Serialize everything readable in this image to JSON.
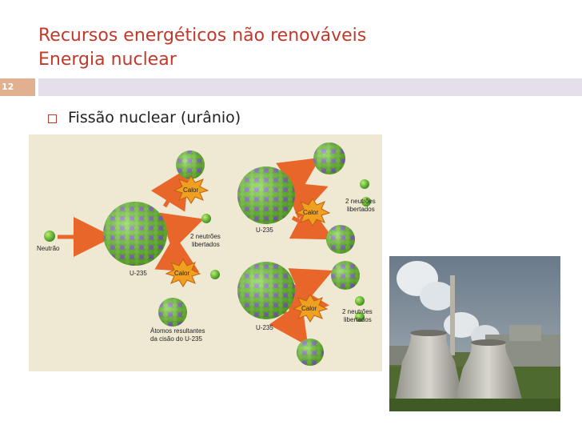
{
  "slide": {
    "title_line1": "Recursos energéticos não renováveis",
    "title_line2": "Energia nuclear",
    "number": "12",
    "bullet": "Fissão nuclear (urânio)"
  },
  "diagram": {
    "neutron": "Neutrão",
    "u235_main": "U-235",
    "u235_top": "U-235",
    "u235_bottom": "U-235",
    "heat_1": "Calor",
    "heat_2": "Calor",
    "heat_3": "Calor",
    "heat_4": "Calor",
    "neutrons_mid_1": "2 neutrões",
    "neutrons_mid_2": "libertados",
    "neutrons_top_1": "2 neutrões",
    "neutrons_top_2": "libertados",
    "neutrons_bot_1": "2 neutrões",
    "neutrons_bot_2": "libertados",
    "atoms_1": "Átomos resultantes",
    "atoms_2": "da cisão do U-235"
  },
  "colors": {
    "title": "#c0392b",
    "nucleus_green": "#5fbf2a",
    "nucleus_purple": "#8a6fc4",
    "arrow": "#e8662a",
    "heat": "#f0a020"
  }
}
